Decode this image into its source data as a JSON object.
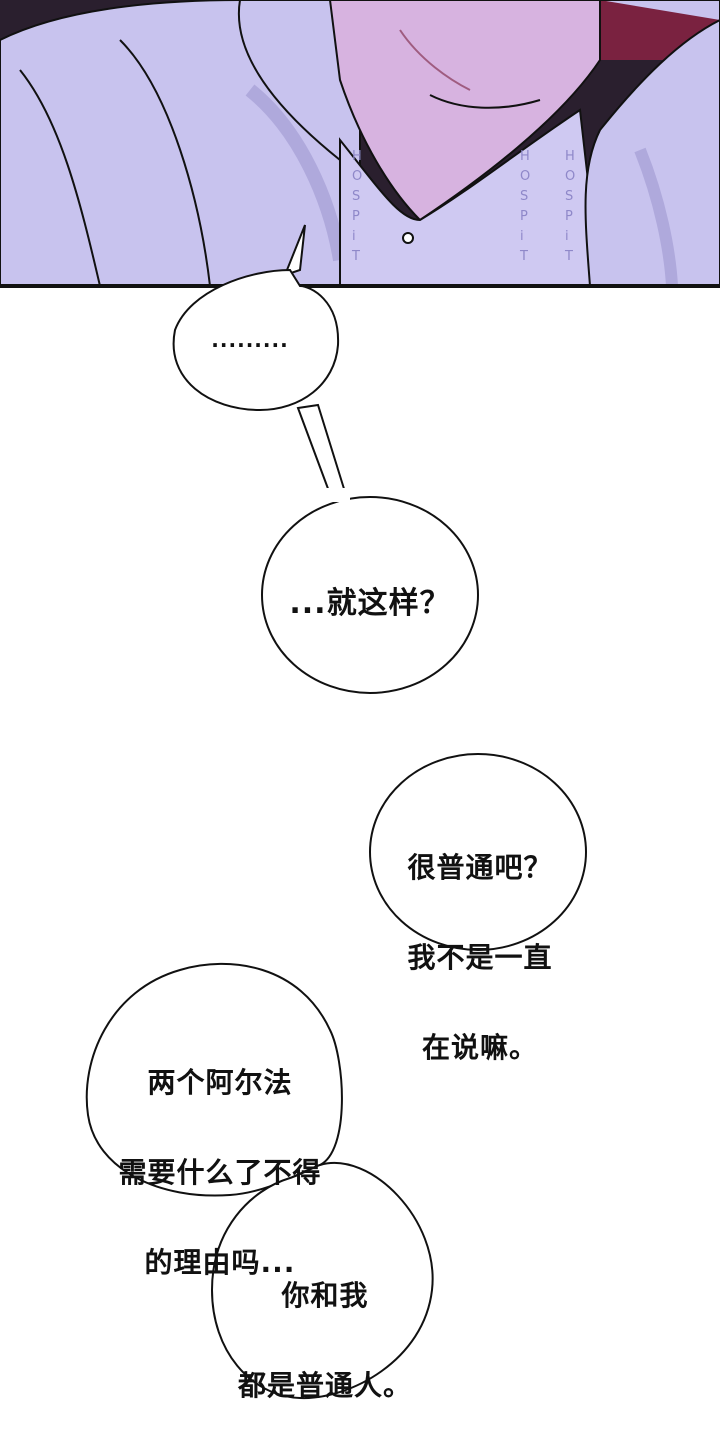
{
  "panel": {
    "palette": {
      "jacket": "#c8c3ee",
      "jacket_shadow": "#9e97d0",
      "skin": "#d7b3e0",
      "dark": "#2a1f2e",
      "accent": "#7a2240",
      "shirt": "#cfc9f2"
    },
    "shirt_print": [
      "H",
      "O",
      "S",
      "P",
      "i",
      "T"
    ]
  },
  "bubbles": [
    {
      "id": "bubble-1",
      "text": "........."
    },
    {
      "id": "bubble-2",
      "text": "...就这样？"
    },
    {
      "id": "bubble-3",
      "lines": [
        "很普通吧？",
        "我不是一直",
        "在说嘛。"
      ]
    },
    {
      "id": "bubble-4",
      "lines": [
        "两个阿尔法",
        "需要什么了不得",
        "的理由吗..."
      ]
    },
    {
      "id": "bubble-5",
      "lines": [
        "你和我",
        "都是普通人。"
      ]
    }
  ]
}
